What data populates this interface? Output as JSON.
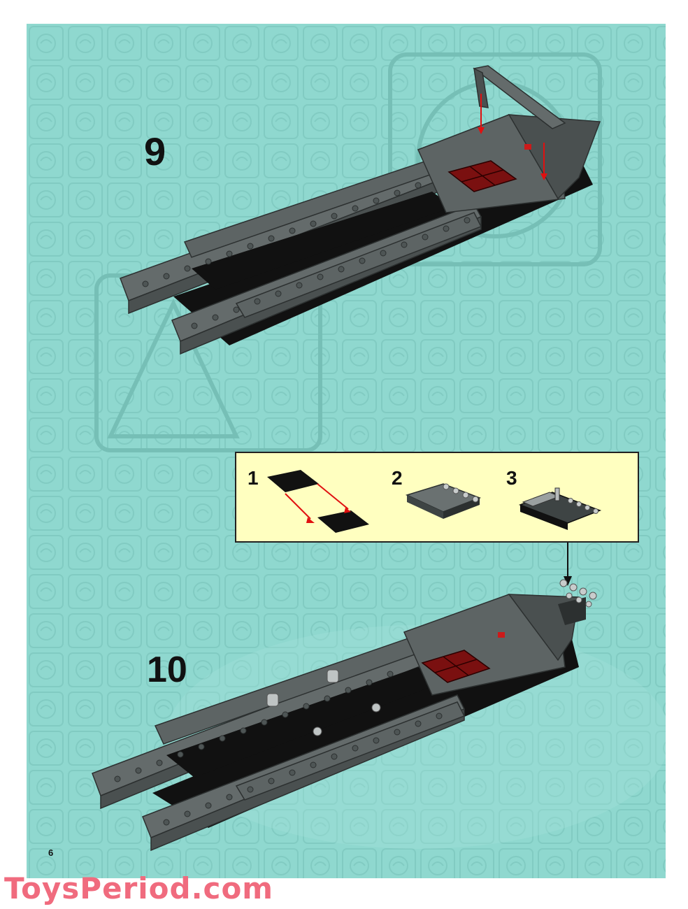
{
  "page": {
    "page_number": "6",
    "background_color": "#8fd8cf"
  },
  "steps": [
    {
      "number": "9"
    },
    {
      "number": "10"
    }
  ],
  "callout": {
    "sub_steps": [
      {
        "number": "1"
      },
      {
        "number": "2"
      },
      {
        "number": "3"
      }
    ],
    "background_color": "#ffffc0"
  },
  "watermark": {
    "text": "ToysPeriod.com",
    "color": "#f06b7e"
  },
  "colors": {
    "brick_gray": "#5d6464",
    "brick_dark": "#3e4444",
    "brick_black": "#111111",
    "tile_red": "#7a1010",
    "arrow_red": "#e01010"
  }
}
